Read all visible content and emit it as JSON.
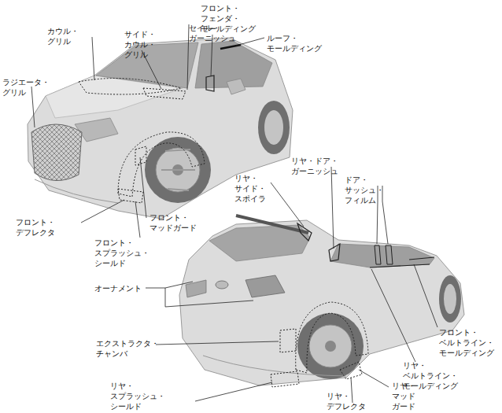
{
  "diagram": {
    "labels": [
      "フロント・フェンダ・ モールディング",
      "カウル・グリル",
      "サイド・カウル・ グリル",
      "セイル・ガーニッシュ",
      "ルーフ・モールディング",
      "ラジエータ・グリル",
      "フロント・デフレクタ",
      "フロント・マッドガード",
      "フロント・スプラッシュ・ シールド",
      "リヤ・ドア・ガーニッシュ",
      "リヤ・サイド・スポイラ",
      "ドア・サッシュ・フィルム",
      "オーナメント",
      "フロント・ ベルトライン・ モールディング",
      "エクストラクタ・ チャンバ",
      "リヤ・ベルトライン・ モールディング",
      "リヤ・マッド ガード",
      "リヤ・スプラッシュ・ シールド",
      "リヤ・デフレクタ"
    ]
  }
}
